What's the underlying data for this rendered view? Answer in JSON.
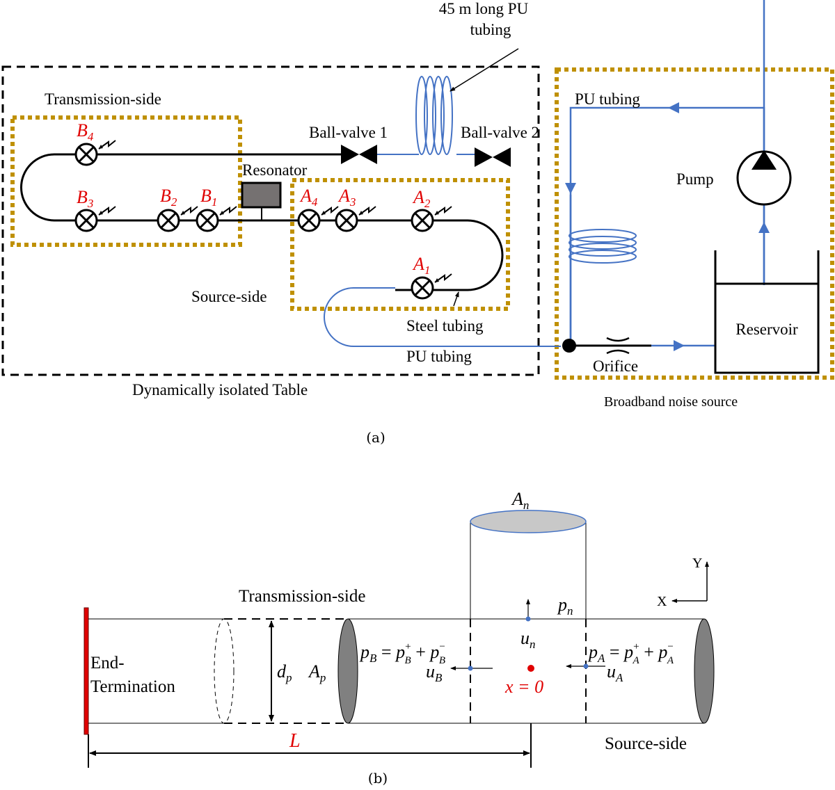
{
  "colors": {
    "black": "#000000",
    "blue": "#4472c4",
    "gold": "#bf9000",
    "red": "#e00000",
    "grey": "#7f7f7f",
    "light_grey": "#c8c8c8"
  },
  "panel_a": {
    "caption": "(a)",
    "tubing_45m_line1": "45 m long PU",
    "tubing_45m_line2": "tubing",
    "transmission_side": "Transmission-side",
    "ball_valve_1": "Ball-valve 1",
    "ball_valve_2": "Ball-valve 2",
    "resonator": "Resonator",
    "source_side": "Source-side",
    "steel_tubing": "Steel tubing",
    "pu_tubing_bottom": "PU tubing",
    "table_label": "Dynamically isolated Table",
    "pu_tubing_right": "PU tubing",
    "pump": "Pump",
    "reservoir": "Reservoir",
    "orifice": "Orifice",
    "noise_source": "Broadband noise source",
    "sensors": {
      "B4": {
        "letter": "B",
        "sub": "4"
      },
      "B3": {
        "letter": "B",
        "sub": "3"
      },
      "B2": {
        "letter": "B",
        "sub": "2"
      },
      "B1": {
        "letter": "B",
        "sub": "1"
      },
      "A4": {
        "letter": "A",
        "sub": "4"
      },
      "A3": {
        "letter": "A",
        "sub": "3"
      },
      "A2": {
        "letter": "A",
        "sub": "2"
      },
      "A1": {
        "letter": "A",
        "sub": "1"
      }
    }
  },
  "panel_b": {
    "caption": "(b)",
    "An": {
      "letter": "A",
      "sub": "n"
    },
    "Ap": {
      "letter": "A",
      "sub": "p"
    },
    "dp": {
      "letter": "d",
      "sub": "p"
    },
    "pn": {
      "letter": "p",
      "sub": "n"
    },
    "un": {
      "letter": "u",
      "sub": "n"
    },
    "uB": {
      "letter": "u",
      "sub": "B"
    },
    "uA": {
      "letter": "u",
      "sub": "A"
    },
    "pB_eq": {
      "lhs": "p",
      "lhs_sub": "B",
      "eq": " = ",
      "t1": "p",
      "t1_sup": "+",
      "t1_sub": "B",
      "plus": " + ",
      "t2": "p",
      "t2_sup": "−",
      "t2_sub": "B"
    },
    "pA_eq": {
      "lhs": "p",
      "lhs_sub": "A",
      "eq": " = ",
      "t1": "p",
      "t1_sup": "+",
      "t1_sub": "A",
      "plus": " + ",
      "t2": "p",
      "t2_sup": "−",
      "t2_sub": "A"
    },
    "x0": "x = 0",
    "L": "L",
    "end_term_line1": "End-",
    "end_term_line2": "Termination",
    "transmission_side": "Transmission-side",
    "source_side": "Source-side",
    "axis_x": "X",
    "axis_y": "Y"
  }
}
